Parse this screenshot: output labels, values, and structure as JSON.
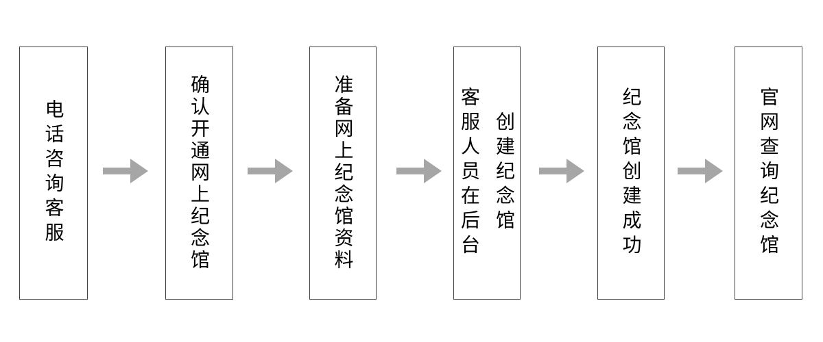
{
  "page": {
    "background_color": "#ffffff"
  },
  "flowchart": {
    "steps": [
      {
        "label": "电话咨询客服"
      },
      {
        "label": "确认开通网上纪念馆"
      },
      {
        "label": "准备网上纪念馆资料"
      },
      {
        "label": "客服人员在后台\n创建纪念馆"
      },
      {
        "label": "纪念馆创建成功"
      },
      {
        "label": "官网查询纪念馆"
      }
    ],
    "connector": {
      "shape": "block-arrow-right",
      "color": "#a6a6a6",
      "count": 5
    },
    "box_style": {
      "border_color": "#404040",
      "fill_color": "#ffffff",
      "text_color": "#000000"
    }
  }
}
